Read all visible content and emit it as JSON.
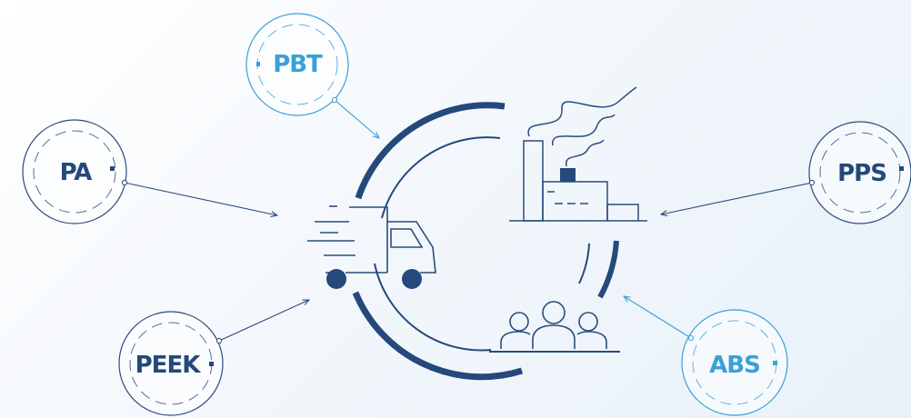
{
  "colors": {
    "dark": "#24497a",
    "light": "#3ba0d8",
    "line": "#2b4c7e",
    "background": "#f1f6fb"
  },
  "nodes": [
    {
      "id": "pbt",
      "label": "PBT",
      "color": "light"
    },
    {
      "id": "pa",
      "label": "PA",
      "color": "dark"
    },
    {
      "id": "peek",
      "label": "PEEK",
      "color": "dark"
    },
    {
      "id": "pps",
      "label": "PPS",
      "color": "dark"
    },
    {
      "id": "abs",
      "label": "ABS",
      "color": "light"
    }
  ],
  "icons": [
    "delivery-truck-icon",
    "factory-icon",
    "people-group-icon"
  ]
}
